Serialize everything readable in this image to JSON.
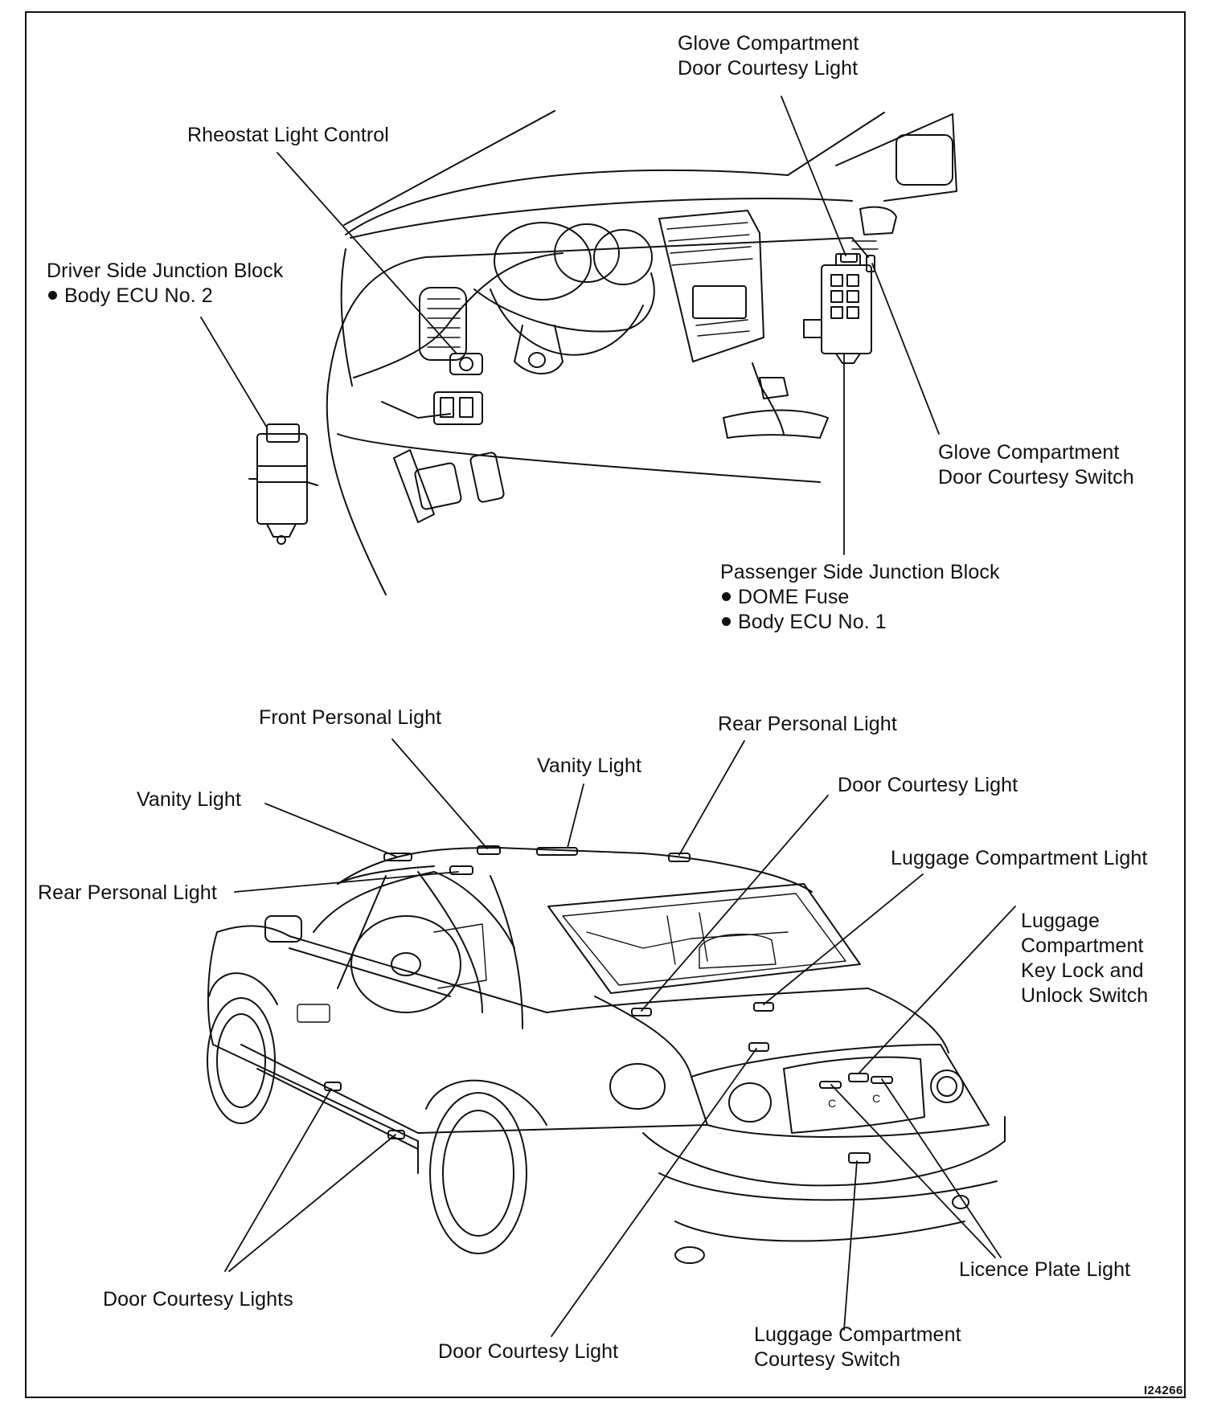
{
  "dashboard_labels": {
    "glove_light": [
      "Glove Compartment",
      "Door Courtesy Light"
    ],
    "rheostat": "Rheostat Light Control",
    "driver_jb": [
      "Driver Side Junction Block",
      "Body ECU No. 2"
    ],
    "glove_switch": [
      "Glove Compartment",
      "Door Courtesy Switch"
    ],
    "passenger_jb": [
      "Passenger Side Junction Block",
      "DOME Fuse",
      "Body ECU No. 1"
    ]
  },
  "car_labels": {
    "front_personal": "Front Personal Light",
    "rear_personal_right": "Rear Personal Light",
    "vanity_center": "Vanity Light",
    "vanity_left": "Vanity Light",
    "door_courtesy_top": "Door Courtesy Light",
    "luggage_light": "Luggage Compartment Light",
    "luggage_key": [
      "Luggage",
      "Compartment",
      "Key Lock and",
      "Unlock Switch"
    ],
    "rear_personal_left": "Rear Personal Light",
    "licence_plate": "Licence Plate Light",
    "door_courtesy_lights": "Door Courtesy Lights",
    "door_courtesy_bottom": "Door Courtesy Light",
    "luggage_switch": [
      "Luggage Compartment",
      "Courtesy Switch"
    ]
  },
  "figure_id": "I24266"
}
